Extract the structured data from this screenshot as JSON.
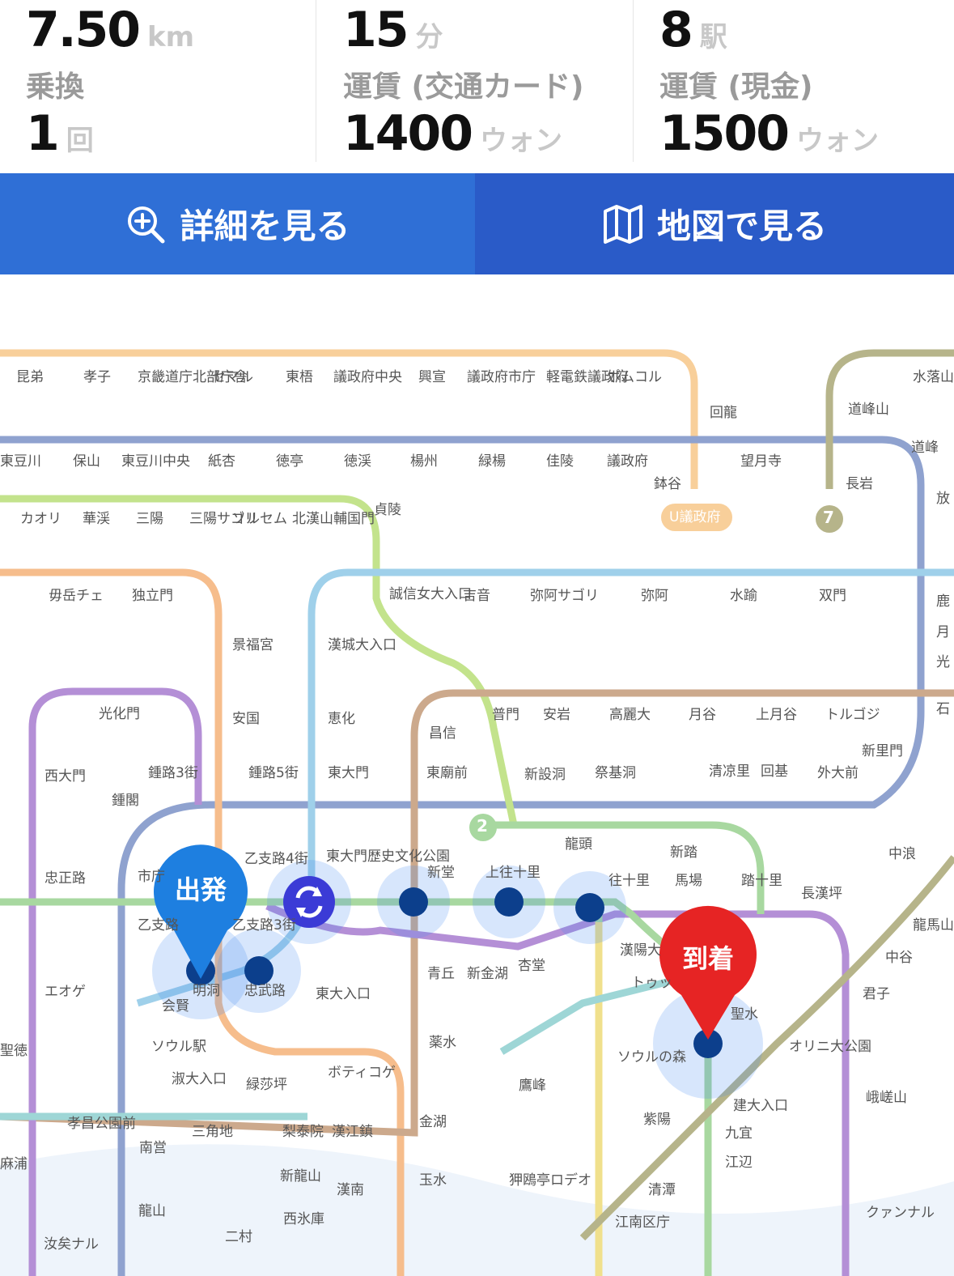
{
  "summary": {
    "distance_value": "7.50",
    "distance_unit": "km",
    "time_value": "15",
    "time_unit": "分",
    "stations_value": "8",
    "stations_unit": "駅",
    "transfer_label": "乗換",
    "transfer_value": "1",
    "transfer_unit": "回",
    "fare_card_label": "運賃 (交通カード)",
    "fare_card_value": "1400",
    "fare_card_unit": "ウォン",
    "fare_cash_label": "運賃 (現金)",
    "fare_cash_value": "1500",
    "fare_cash_unit": "ウォン"
  },
  "buttons": {
    "details_label": "詳細を見る",
    "map_label": "地図で見る"
  },
  "map": {
    "start_label": "出発",
    "end_label": "到着",
    "line_badges": [
      "7",
      "2"
    ],
    "city_tag": "U議政府",
    "station_labels": [
      "昆弟",
      "孝子",
      "京畿道庁北部庁舎",
      "セマル",
      "東梧",
      "議政府中央",
      "興宣",
      "議政府市庁",
      "軽電鉄議政府",
      "ポムコル",
      "水落山",
      "回龍",
      "道峰山",
      "東豆川",
      "保山",
      "東豆川中央",
      "紙杏",
      "徳亭",
      "徳渓",
      "楊州",
      "緑楊",
      "佳陵",
      "議政府",
      "望月寺",
      "道峰",
      "鉢谷",
      "長岩",
      "カオリ",
      "華渓",
      "三陽",
      "三陽サゴリ",
      "ソルセム",
      "北漢山輔国門",
      "貞陵",
      "放",
      "毋岳チェ",
      "独立門",
      "誠信女大入口",
      "吉音",
      "弥阿サゴリ",
      "弥阿",
      "水踰",
      "双門",
      "鹿",
      "月",
      "光",
      "景福宮",
      "漢城大入口",
      "安国",
      "恵化",
      "光化門",
      "昌信",
      "普門",
      "安岩",
      "高麗大",
      "月谷",
      "上月谷",
      "トルゴジ",
      "石",
      "西大門",
      "鍾路3街",
      "鍾路5街",
      "東大門",
      "東廟前",
      "新設洞",
      "祭基洞",
      "清凉里",
      "回基",
      "外大前",
      "新里門",
      "鍾閣",
      "市庁",
      "乙支路4街",
      "東大門歴史文化公園",
      "龍頭",
      "新踏",
      "中浪",
      "忠正路",
      "新堂",
      "上往十里",
      "往十里",
      "馬場",
      "踏十里",
      "長漢坪",
      "乙支路",
      "乙支路3街",
      "明洞",
      "忠武路",
      "会賢",
      "青丘",
      "新金湖",
      "杏堂",
      "漢陽大",
      "トゥッ",
      "龍馬山",
      "中谷",
      "エオゲ",
      "東大入口",
      "ソウル駅",
      "薬水",
      "聖水",
      "君子",
      "ボティコゲ",
      "鷹峰",
      "ソウルの森",
      "オリニ大公園",
      "淑大入口",
      "緑莎坪",
      "建大入口",
      "峨嵯山",
      "孝昌公園前",
      "南営",
      "三角地",
      "梨泰院",
      "漢江鎮",
      "金湖",
      "紫陽",
      "九宜",
      "新龍山",
      "玉水",
      "狎鴎亭ロデオ",
      "江辺",
      "漢南",
      "清潭",
      "龍山",
      "西氷庫",
      "二村",
      "江南区庁",
      "汝矣ナル",
      "クァンナル",
      "聖徳",
      "麻浦"
    ]
  },
  "colors": {
    "details_btn": "#2f6fd6",
    "map_btn": "#2a5bc8",
    "start_pin": "#1e7fe0",
    "end_pin": "#e62424",
    "line1": "#8fa2cf",
    "line2": "#a8d8a0",
    "line3": "#f6bd8c",
    "line4": "#9fd0ea",
    "line5": "#b48fd6",
    "line6": "#cca98c",
    "line7": "#b6b48a",
    "gyeongui": "#9ed6d6",
    "bundang": "#f0e08c",
    "ui_line": "#c3e38c",
    "u_line": "#f8cf9a",
    "route_node": "#0c3f8c"
  }
}
